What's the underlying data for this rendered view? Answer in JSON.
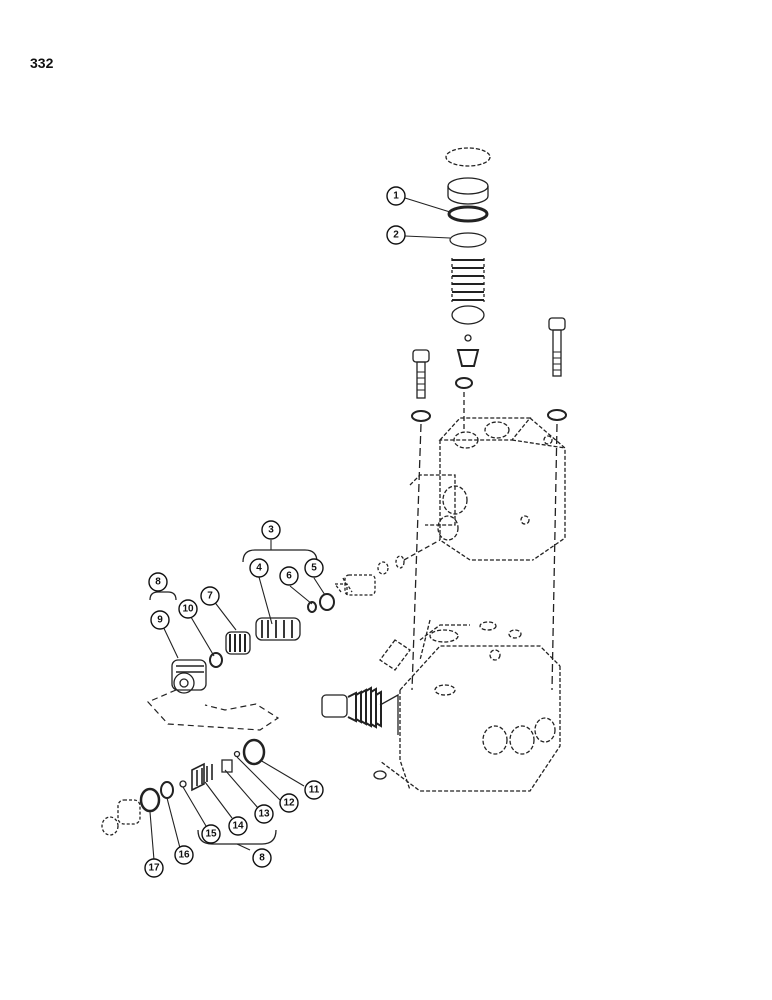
{
  "page": {
    "number": "332"
  },
  "diagram": {
    "callouts": {
      "c1": "1",
      "c2": "2",
      "c3": "3",
      "c4": "4",
      "c5": "5",
      "c6": "6",
      "c7": "7",
      "c8a": "8",
      "c9": "9",
      "c10": "10",
      "c11": "11",
      "c12": "12",
      "c13": "13",
      "c14": "14",
      "c15": "15",
      "c16": "16",
      "c17": "17",
      "c8b": "8"
    }
  }
}
